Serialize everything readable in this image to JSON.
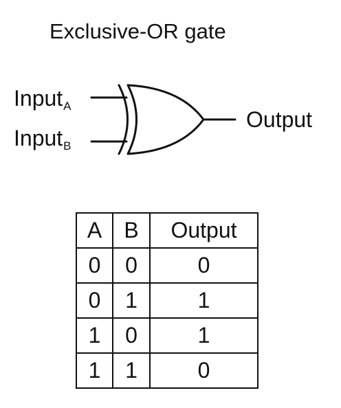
{
  "title": "Exclusive-OR gate",
  "inputs": {
    "a": {
      "label": "Input",
      "subscript": "A"
    },
    "b": {
      "label": "Input",
      "subscript": "B"
    }
  },
  "output": {
    "label": "Output"
  },
  "truth_table": {
    "headers": [
      "A",
      "B",
      "Output"
    ],
    "rows": [
      [
        "0",
        "0",
        "0"
      ],
      [
        "0",
        "1",
        "1"
      ],
      [
        "1",
        "0",
        "1"
      ],
      [
        "1",
        "1",
        "0"
      ]
    ]
  }
}
